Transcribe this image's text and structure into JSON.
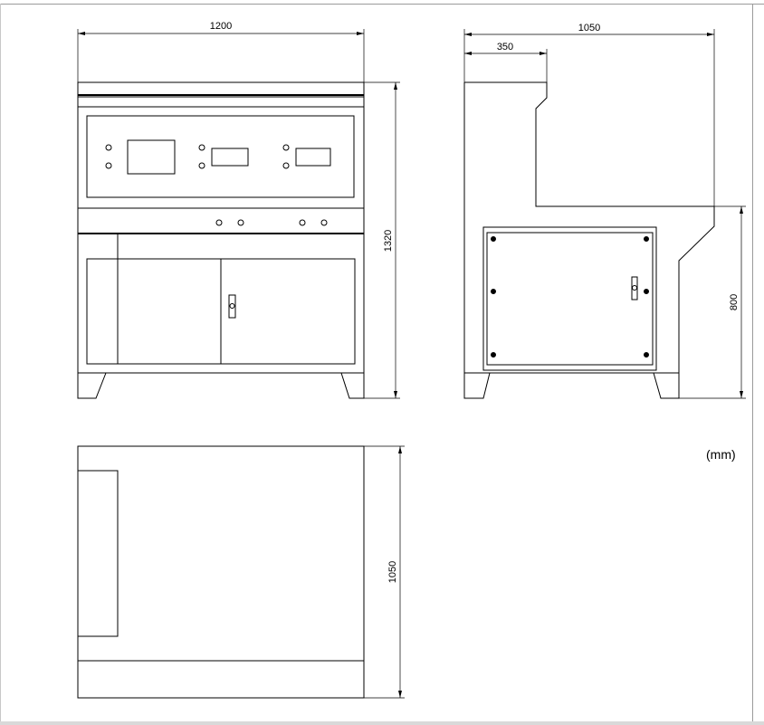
{
  "dimensions": {
    "front_width": "1200",
    "front_height": "1320",
    "side_width": "1050",
    "side_top_step": "350",
    "side_lower_height": "800",
    "top_depth": "1050"
  },
  "unit_label": "(mm)",
  "colors": {
    "line": "#000000",
    "frame": "#9a9a9a"
  }
}
